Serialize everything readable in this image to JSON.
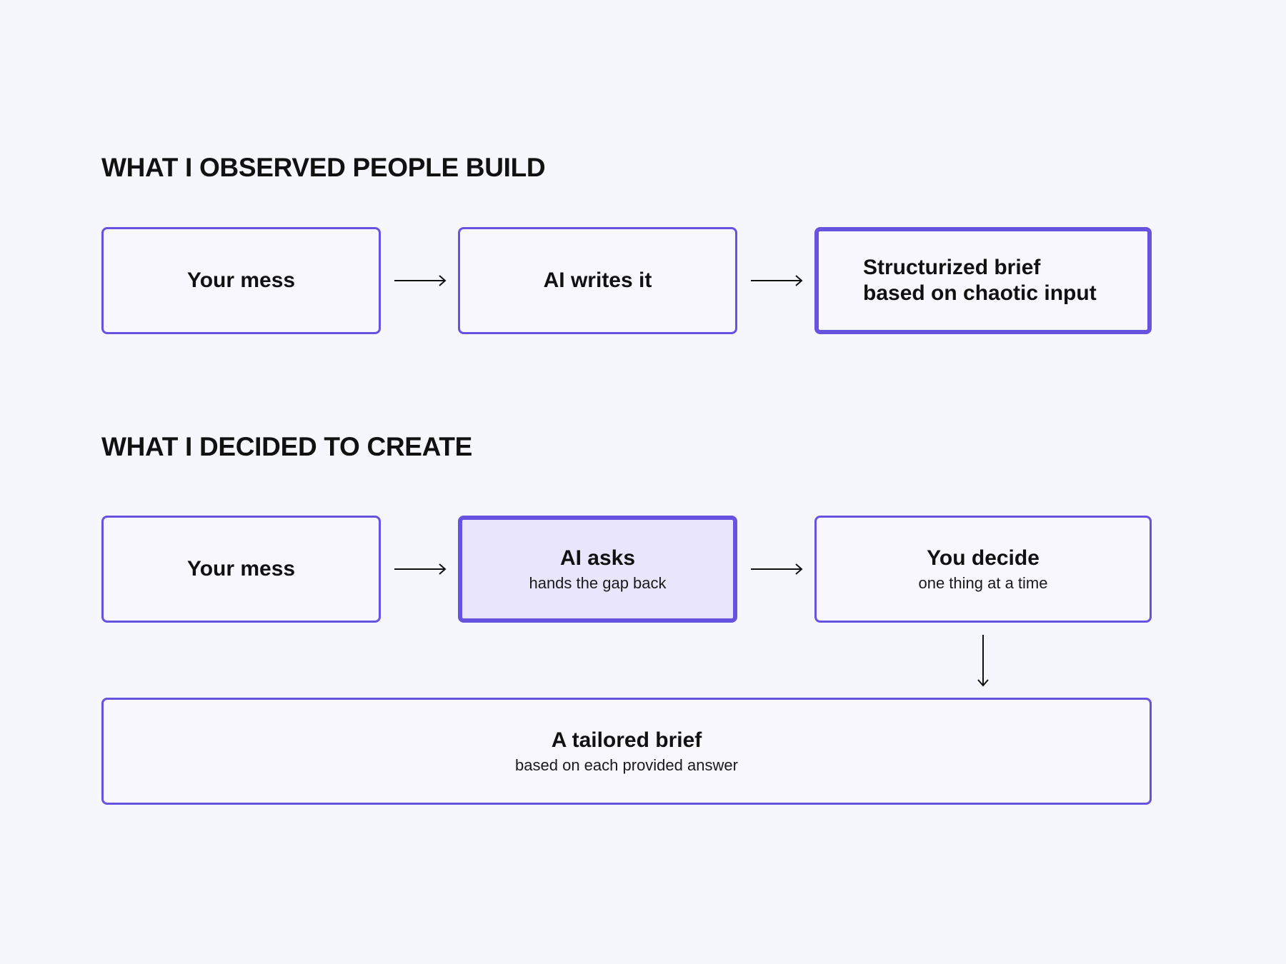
{
  "sections": [
    {
      "title": "WHAT I OBSERVED PEOPLE BUILD",
      "nodes": [
        {
          "title": "Your mess"
        },
        {
          "title": "AI writes it"
        },
        {
          "title_lines": [
            "Structurized brief",
            "based on chaotic input"
          ]
        }
      ]
    },
    {
      "title": "WHAT I DECIDED TO CREATE",
      "nodes": [
        {
          "title": "Your mess"
        },
        {
          "title": "AI asks",
          "subtitle": "hands the gap back"
        },
        {
          "title": "You decide",
          "subtitle": "one thing at a time"
        },
        {
          "title": "A tailored brief",
          "subtitle": "based on each provided answer"
        }
      ]
    }
  ],
  "colors": {
    "background": "#f6f6fd",
    "border": "#6653e0",
    "highlight_fill": "#e9e6fb",
    "text": "#111111"
  },
  "icons": [
    "arrow-right-icon",
    "arrow-down-icon"
  ]
}
